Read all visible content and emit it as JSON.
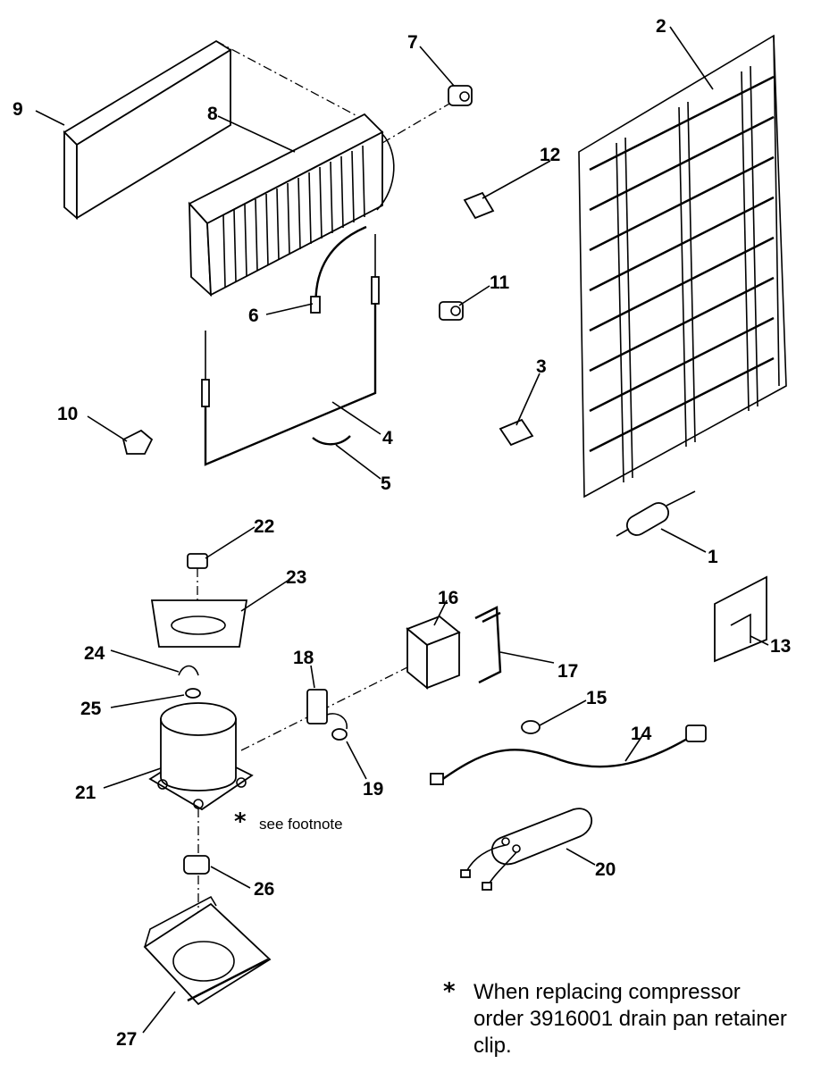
{
  "diagram": {
    "callouts": {
      "c1": "1",
      "c2": "2",
      "c3": "3",
      "c4": "4",
      "c5": "5",
      "c6": "6",
      "c7": "7",
      "c8": "8",
      "c9": "9",
      "c10": "10",
      "c11": "11",
      "c12": "12",
      "c13": "13",
      "c14": "14",
      "c15": "15",
      "c16": "16",
      "c17": "17",
      "c18": "18",
      "c19": "19",
      "c20": "20",
      "c21": "21",
      "c22": "22",
      "c23": "23",
      "c24": "24",
      "c25": "25",
      "c26": "26",
      "c27": "27"
    },
    "inline_note": "see footnote",
    "footnote": {
      "marker": "*",
      "lines": [
        "When replacing compressor",
        "order 3916001 drain pan retainer",
        "clip."
      ]
    }
  }
}
